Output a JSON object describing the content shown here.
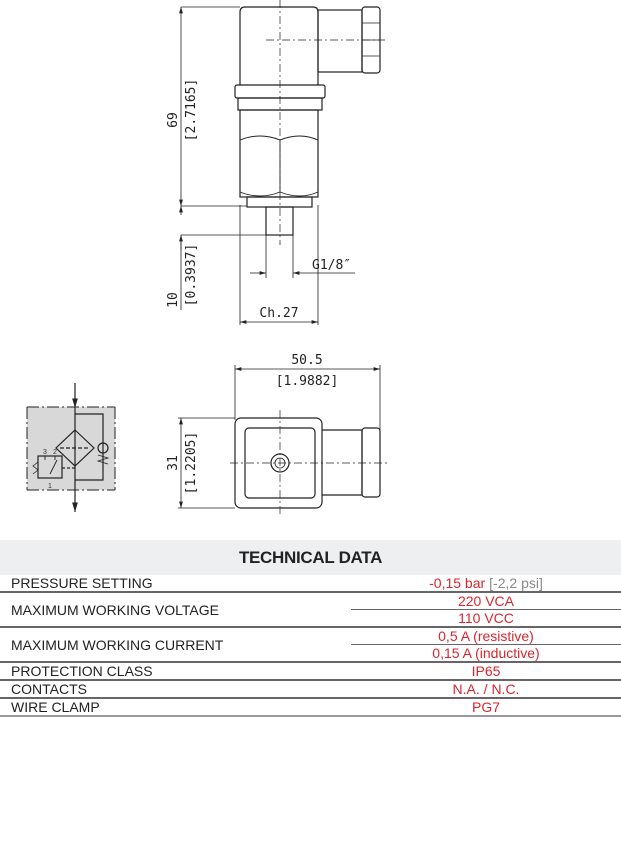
{
  "drawing": {
    "dim_height_mm": "69",
    "dim_height_in": "[2.7165]",
    "dim_stem_mm": "10",
    "dim_stem_in": "[0.3937]",
    "thread": "G1/8″",
    "hex": "Ch.27",
    "dim_width_mm": "50.5",
    "dim_width_in": "[1.9882]",
    "dim_side_mm": "31",
    "dim_side_in": "[1.2205]",
    "symbol_ports": [
      "3",
      "2",
      "1"
    ]
  },
  "table": {
    "title": "TECHNICAL DATA",
    "colors": {
      "value": "#d9262e",
      "secondary": "#888888"
    },
    "rows": [
      {
        "label": "PRESSURE SETTING",
        "values": [
          "-0,15 bar"
        ],
        "secondary": "[-2,2 psi]"
      },
      {
        "label": "MAXIMUM WORKING VOLTAGE",
        "values": [
          "220 VCA",
          "110 VCC"
        ]
      },
      {
        "label": "MAXIMUM WORKING CURRENT",
        "values": [
          "0,5 A (resistive)",
          "0,15 A (inductive)"
        ]
      },
      {
        "label": "PROTECTION CLASS",
        "values": [
          "IP65"
        ]
      },
      {
        "label": "CONTACTS",
        "values": [
          "N.A. / N.C."
        ]
      },
      {
        "label": "WIRE CLAMP",
        "values": [
          "PG7"
        ]
      }
    ]
  }
}
